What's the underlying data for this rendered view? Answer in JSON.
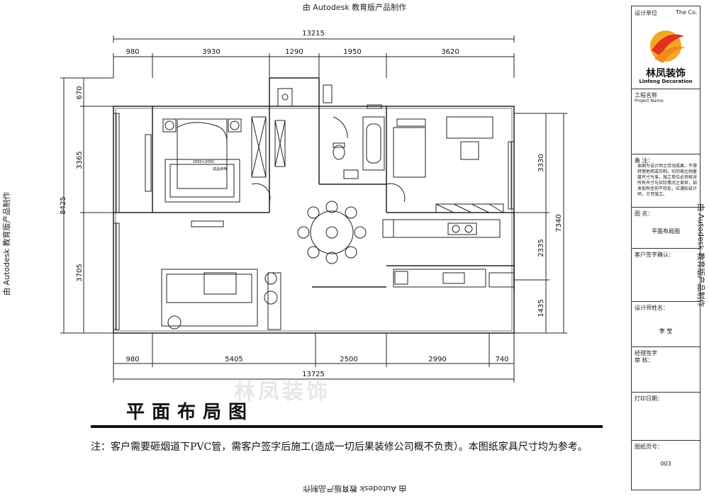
{
  "watermark": "由 Autodesk 教育版产品制作",
  "plan": {
    "title": "平面布局图",
    "note": "注：客户需要砸烟道下PVC管，需客户签字后施工(造成一切后果装修公司概不负责）。本图纸家具尺寸均为参考。",
    "ghost_logo": "林凤装饰",
    "bed_label": "1800×2000",
    "bed_label2": "成品床西",
    "dims_top": {
      "total": "13215",
      "d1": "980",
      "d2": "3930",
      "d3": "1290",
      "d4": "1950",
      "d5": "3620"
    },
    "dims_bottom": {
      "total": "13725",
      "d1": "980",
      "d2": "5405",
      "d3": "2500",
      "d4": "2990",
      "d5": "740"
    },
    "dims_left": {
      "total": "8425",
      "d1": "670",
      "d2": "3365",
      "d3": "3705"
    },
    "dims_right": {
      "total": "7340",
      "d1": "3330",
      "d2": "2335",
      "d3": "1435"
    }
  },
  "title_block": {
    "design_unit_label": "设计单位",
    "design_unit_en": "The   Co.",
    "company_name": "林凤装饰",
    "company_en": "Linfeng Decoration",
    "project_label": "工程名称",
    "project_en": "Project Name:",
    "notes_label": "备  注：",
    "notes_text": "本图为设计师之劳动成果，不得转借他用或仿制，切勿按比例量度尺寸为准，施工单位必须核对所有尺寸与实际情况之差异，如发现有任何不符处，应通知设计师，方可施工。",
    "drawing_name_label": "图  名：",
    "drawing_name": "平面布局图",
    "client_sign_label": "客户签字确认：",
    "designer_label": "设计师姓名：",
    "designer_name": "李  莹",
    "manager_label": "经理签字",
    "review_label": "审  核：",
    "print_date_label": "打印日期：",
    "sheet_no_label": "图纸页号：",
    "sheet_no": "003"
  },
  "colors": {
    "line": "#222222",
    "accent_orange": "#f08a1c",
    "accent_red": "#e2321e"
  }
}
